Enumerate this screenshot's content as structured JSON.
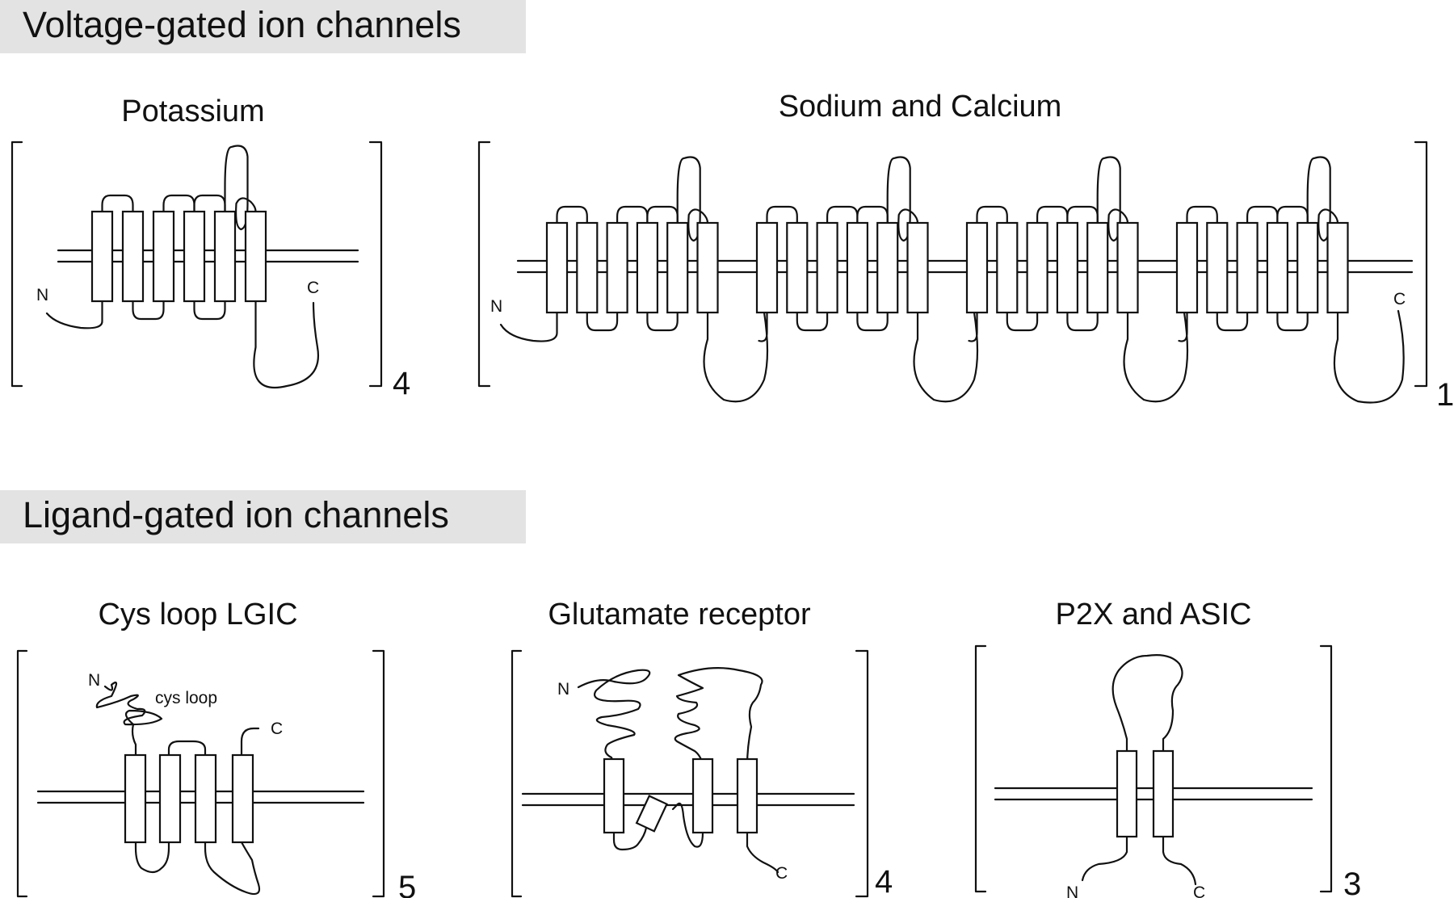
{
  "sections": {
    "voltage": "Voltage-gated ion channels",
    "ligand": "Ligand-gated ion channels"
  },
  "panels": {
    "potassium": {
      "title": "Potassium",
      "n_label": "N",
      "c_label": "C",
      "subunits": "4"
    },
    "sodium_calcium": {
      "title": "Sodium and Calcium",
      "n_label": "N",
      "c_label": "C",
      "subunits": "1"
    },
    "cys_loop": {
      "title": "Cys loop LGIC",
      "n_label": "N",
      "c_label": "C",
      "loop_label": "cys loop",
      "subunits": "5"
    },
    "glutamate": {
      "title": "Glutamate receptor",
      "n_label": "N",
      "c_label": "C",
      "subunits": "4"
    },
    "p2x_asic": {
      "title": "P2X and ASIC",
      "n_label": "N",
      "c_label": "C",
      "subunits": "3"
    }
  }
}
